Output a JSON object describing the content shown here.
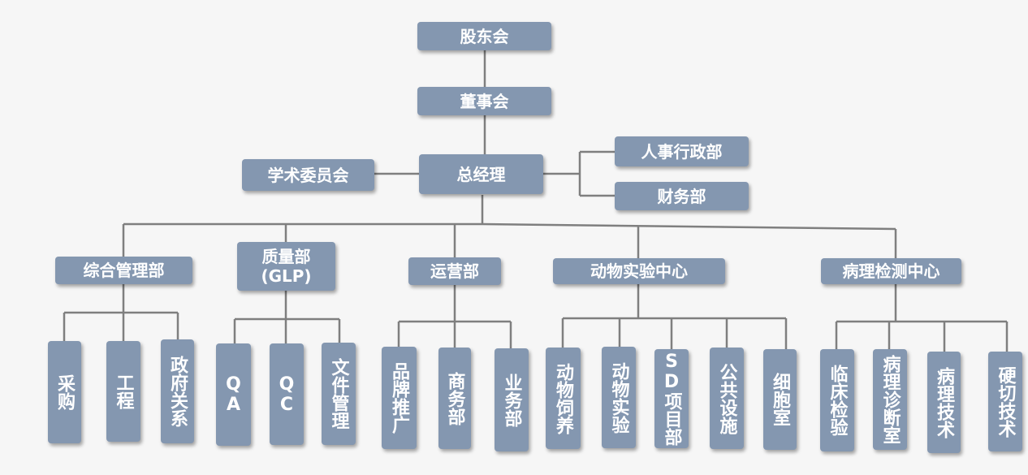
{
  "top": {
    "shareholders": "股东会",
    "board": "董事会",
    "gm": "总经理"
  },
  "side": {
    "academic": "学术委员会",
    "hr": "人事行政部",
    "finance": "财务部"
  },
  "departments": {
    "general": "综合管理部",
    "quality_line1": "质量部",
    "quality_line2": "(GLP)",
    "operations": "运营部",
    "animal": "动物实验中心",
    "pathology": "病理检测中心"
  },
  "units": {
    "procurement": "采购",
    "engineering": "工程",
    "gov_relations": "政府关系",
    "qa": "QA",
    "qc": "QC",
    "documents": "文件管理",
    "brand": "品牌推广",
    "commerce": "商务部",
    "business": "业务部",
    "animal_feeding": "动物饲养",
    "animal_experiment": "动物实验",
    "sd_project": "SD项目部",
    "public_facilities": "公共设施",
    "cell_room": "细胞室",
    "clinical_testing": "临床检验",
    "pathology_diagnosis": "病理诊断室",
    "pathology_tech": "病理技术",
    "hard_section": "硬切技术"
  },
  "colors": {
    "box": "#8497b0",
    "text": "#ffffff",
    "line": "#7f7f7f",
    "background": "#f6f6f6"
  }
}
